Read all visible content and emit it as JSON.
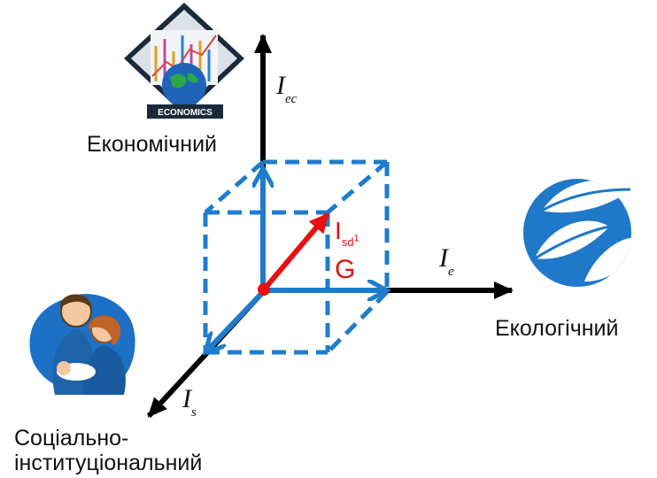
{
  "labels": {
    "economic": "Економічний",
    "ecological": "Екологічний",
    "social_line1": "Соціально-",
    "social_line2": "інституціональний"
  },
  "axes": {
    "ec": {
      "symbol": "I",
      "sub": "ec"
    },
    "e": {
      "symbol": "I",
      "sub": "e"
    },
    "s": {
      "symbol": "I",
      "sub": "s"
    }
  },
  "vector": {
    "symbol": "I",
    "sub": "sd",
    "superscript": "1",
    "point": "G"
  },
  "icons": {
    "economics_badge_text": "ECONOMICS",
    "economic": "economics-globe-icon",
    "ecological": "leaves-icon",
    "social": "family-icon"
  },
  "colors": {
    "axis": "#000000",
    "cube": "#1f7ccc",
    "vector": "#e81010",
    "label": "#111111"
  }
}
